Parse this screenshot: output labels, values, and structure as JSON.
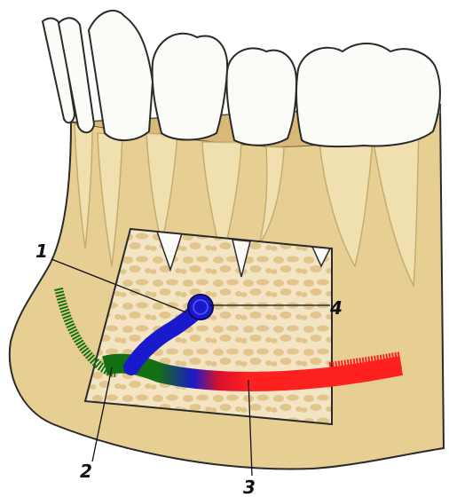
{
  "labels": {
    "one": "1",
    "two": "2",
    "three": "3",
    "four": "4"
  },
  "colors": {
    "background": "#ffffff",
    "bone": "#e7cf93",
    "gum": "#d9b978",
    "tooth": "#fbfbf7",
    "cancellous_bone": "#f7ecd0",
    "nerve_red": "#ff2020",
    "nerve_blue": "#1a1acc",
    "nerve_green": "#137012",
    "outline": "#2a2a2a"
  }
}
